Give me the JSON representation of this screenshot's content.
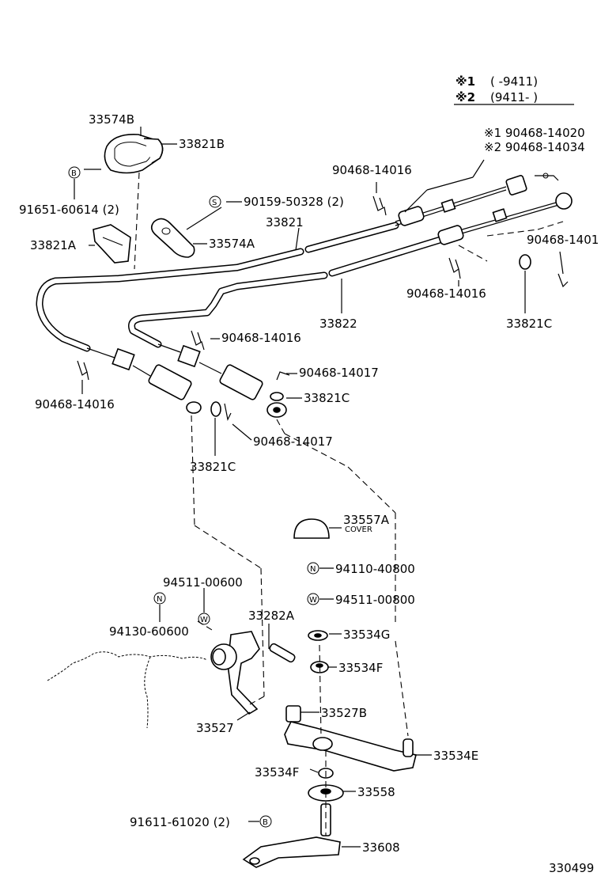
{
  "legend": {
    "mark1": "※1",
    "range1": "(      -9411)",
    "mark2": "※2",
    "range2": "(9411-       )"
  },
  "labels": {
    "p33574B": "33574B",
    "p33821B": "33821B",
    "p91651": "91651-60614 (2)",
    "p90159": "90159-50328 (2)",
    "p33821": "33821",
    "p33574A": "33574A",
    "p33821A": "33821A",
    "p90468_14016_a": "90468-14016",
    "p1_90468_14020": "※1 90468-14020",
    "p2_90468_14034": "※2 90468-14034",
    "p90468_1401_right": "90468-1401",
    "p90468_14016_b": "90468-14016",
    "p33822": "33822",
    "p33821C_right": "33821C",
    "p90468_14016_c": "90468-14016",
    "p90468_14017_a": "90468-14017",
    "p33821C_mid": "33821C",
    "p90468_14016_d": "90468-14016",
    "p90468_14017_b": "90468-14017",
    "p33821C_low": "33821C",
    "p33557A": "33557A",
    "cover": "COVER",
    "p94110": "94110-40800",
    "p94511_00800": "94511-00800",
    "p94511_00600": "94511-00600",
    "p94130": "94130-60600",
    "p33282A": "33282A",
    "p33534G": "33534G",
    "p33534F_top": "33534F",
    "p33527B": "33527B",
    "p33527": "33527",
    "p33534E": "33534E",
    "p33534F_low": "33534F",
    "p33558": "33558",
    "p91611": "91611-61020 (2)",
    "p33608": "33608",
    "catalog": "330499"
  },
  "symbols": {
    "B": "B",
    "S": "S",
    "N": "N",
    "W": "W"
  }
}
